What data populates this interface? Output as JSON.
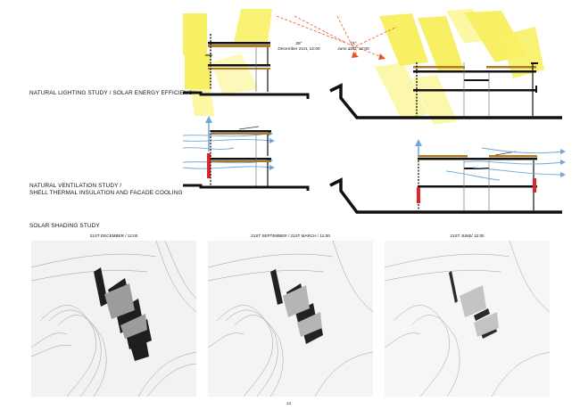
{
  "labels": {
    "lighting": "NATURAL LIGHTING STUDY / SOLAR ENERGY EFFICIENCY",
    "ventilation_line1": "NATURAL VENTILATION STUDY /",
    "ventilation_line2": "SHELL THERMAL INSULATION AND FACADE COOLING",
    "shading": "SOLAR SHADING STUDY"
  },
  "sun_angles": {
    "winter_angle": "28°",
    "winter_date": "December 21st, 12:00",
    "summer_angle": "74°",
    "summer_date": "June 21st, 12:00"
  },
  "shading_studies": [
    {
      "caption": "21ST DECEMBER / 12:00"
    },
    {
      "caption": "21ST SEPTEMBER / 21ST MARCH / 12:00"
    },
    {
      "caption": "21ST JUNE/ 12:00"
    }
  ],
  "page_number": "14",
  "colors": {
    "sun": "#f7ee4a",
    "sun_ray": "#e8561f",
    "air_flow": "#6fa8d8",
    "warm_air": "#e0262b",
    "slab": "#111111",
    "timber": "#b07a2a"
  }
}
